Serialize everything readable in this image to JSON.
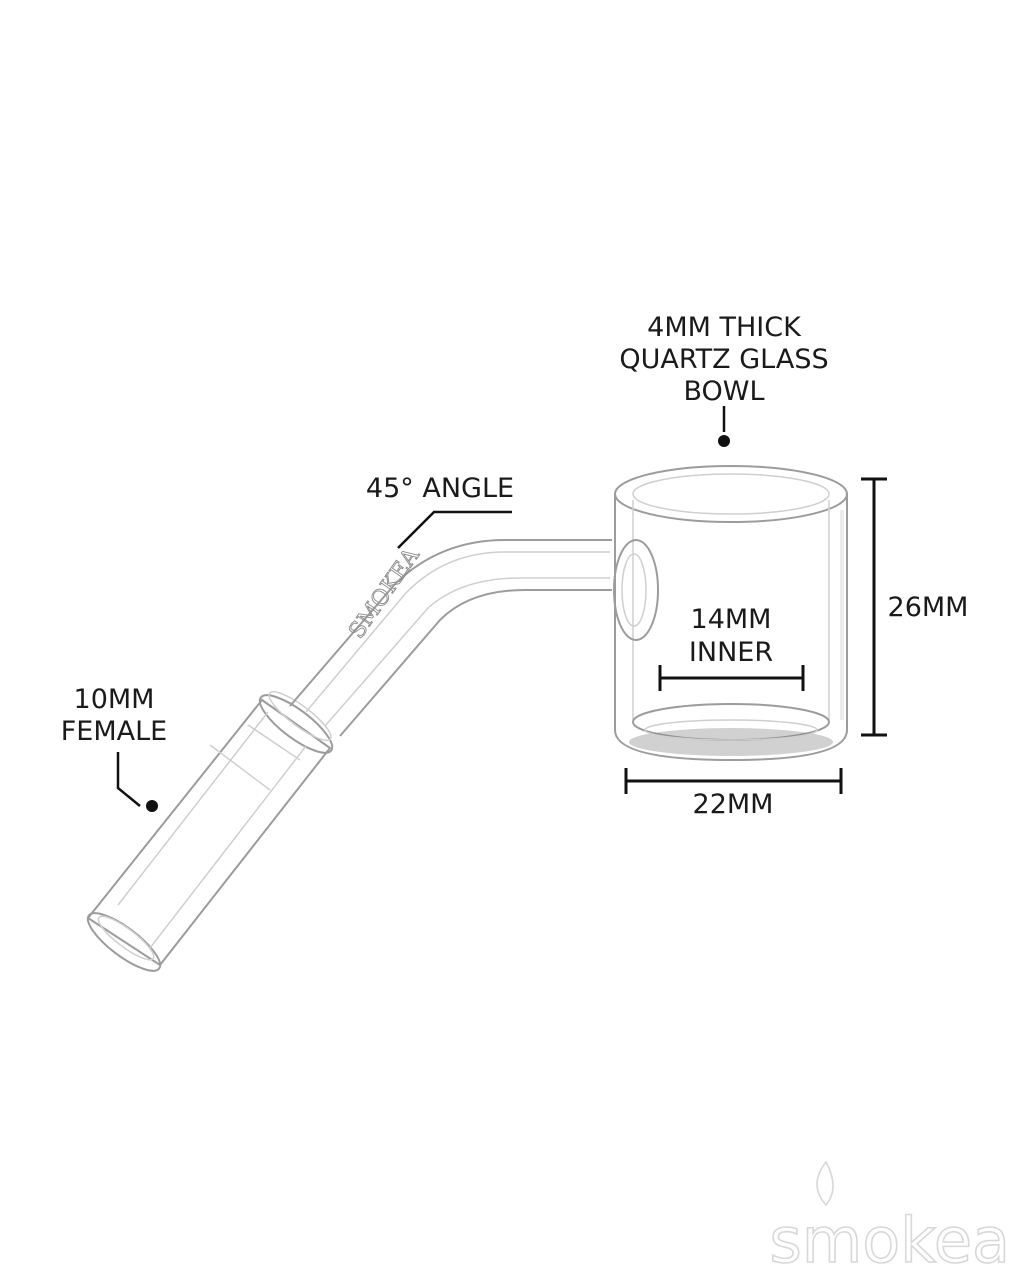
{
  "callouts": {
    "bowl": [
      "4MM THICK",
      "QUARTZ GLASS",
      "BOWL"
    ],
    "angle": "45° ANGLE",
    "joint": [
      "10MM",
      "FEMALE"
    ],
    "inner": [
      "14MM",
      "INNER"
    ],
    "height": "26MM",
    "width": "22MM"
  },
  "stem_engraving": "SMOKEA",
  "watermark": "smokea",
  "colors": {
    "text": "#1a1a1a",
    "lines": "#111111",
    "glass_edge": "#9c9c9c",
    "watermark": "#d8d8d8"
  }
}
